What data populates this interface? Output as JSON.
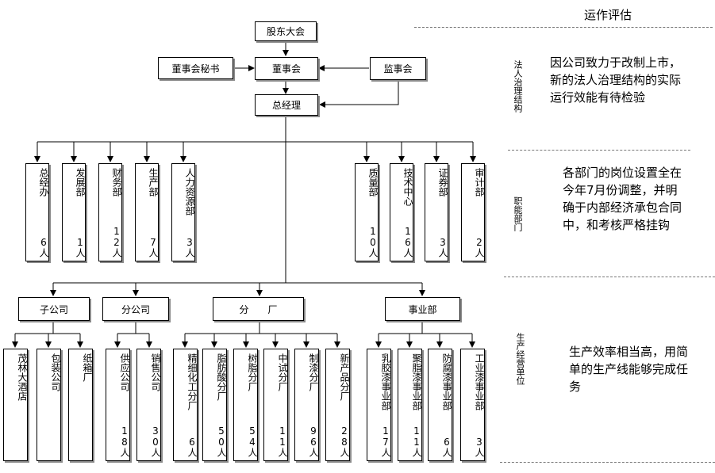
{
  "top": {
    "shareholders": "股东大会",
    "board": "董事会",
    "board_secretary": "董事会秘书",
    "supervisory": "监事会",
    "gm": "总经理"
  },
  "departments": [
    {
      "name": "总经办",
      "count": "6人"
    },
    {
      "name": "发展部",
      "count": "1人"
    },
    {
      "name": "财务部",
      "count": "12人"
    },
    {
      "name": "生产部",
      "count": "7人"
    },
    {
      "name": "人力资源部",
      "count": "3人"
    },
    {
      "name": "质量部",
      "count": "10人"
    },
    {
      "name": "技术中心",
      "count": "16人"
    },
    {
      "name": "证券部",
      "count": "3人"
    },
    {
      "name": "审计部",
      "count": "2人"
    }
  ],
  "groups": {
    "subsidiary": "子公司",
    "branch": "分公司",
    "factory": "分　　厂",
    "division": "事业部"
  },
  "units": [
    {
      "name": "茂林大酒店",
      "count": ""
    },
    {
      "name": "包装公司",
      "count": ""
    },
    {
      "name": "纸箱厂",
      "count": ""
    },
    {
      "name": "供应公司",
      "count": "18人"
    },
    {
      "name": "销售公司",
      "count": "30人"
    },
    {
      "name": "精细化工分厂",
      "count": "6人"
    },
    {
      "name": "脂肪酸分厂",
      "count": "50人"
    },
    {
      "name": "树脂分厂",
      "count": "54人"
    },
    {
      "name": "中试分厂",
      "count": "11人"
    },
    {
      "name": "制漆分厂",
      "count": "96人"
    },
    {
      "name": "新产品分厂",
      "count": "28人"
    },
    {
      "name": "乳胶漆事业部",
      "count": "17人"
    },
    {
      "name": "聚脂漆事业部",
      "count": "11人"
    },
    {
      "name": "防腐漆事业部",
      "count": "6人"
    },
    {
      "name": "工业漆事业部",
      "count": "3人"
    }
  ],
  "evaluation": {
    "title": "运作评估",
    "sections": [
      {
        "heading": "法人治理结构",
        "text": "因公司致力于改制上市，新的法人治理结构的实际运行效能有待检验"
      },
      {
        "heading": "职能部门",
        "text": "各部门的岗位设置全在今年7月份调整，并明确于内部经济承包合同中，和考核严格挂钩"
      },
      {
        "heading": "生产经营单位",
        "text": "生产效率相当高，用简单的生产线能够完成任务"
      }
    ]
  }
}
